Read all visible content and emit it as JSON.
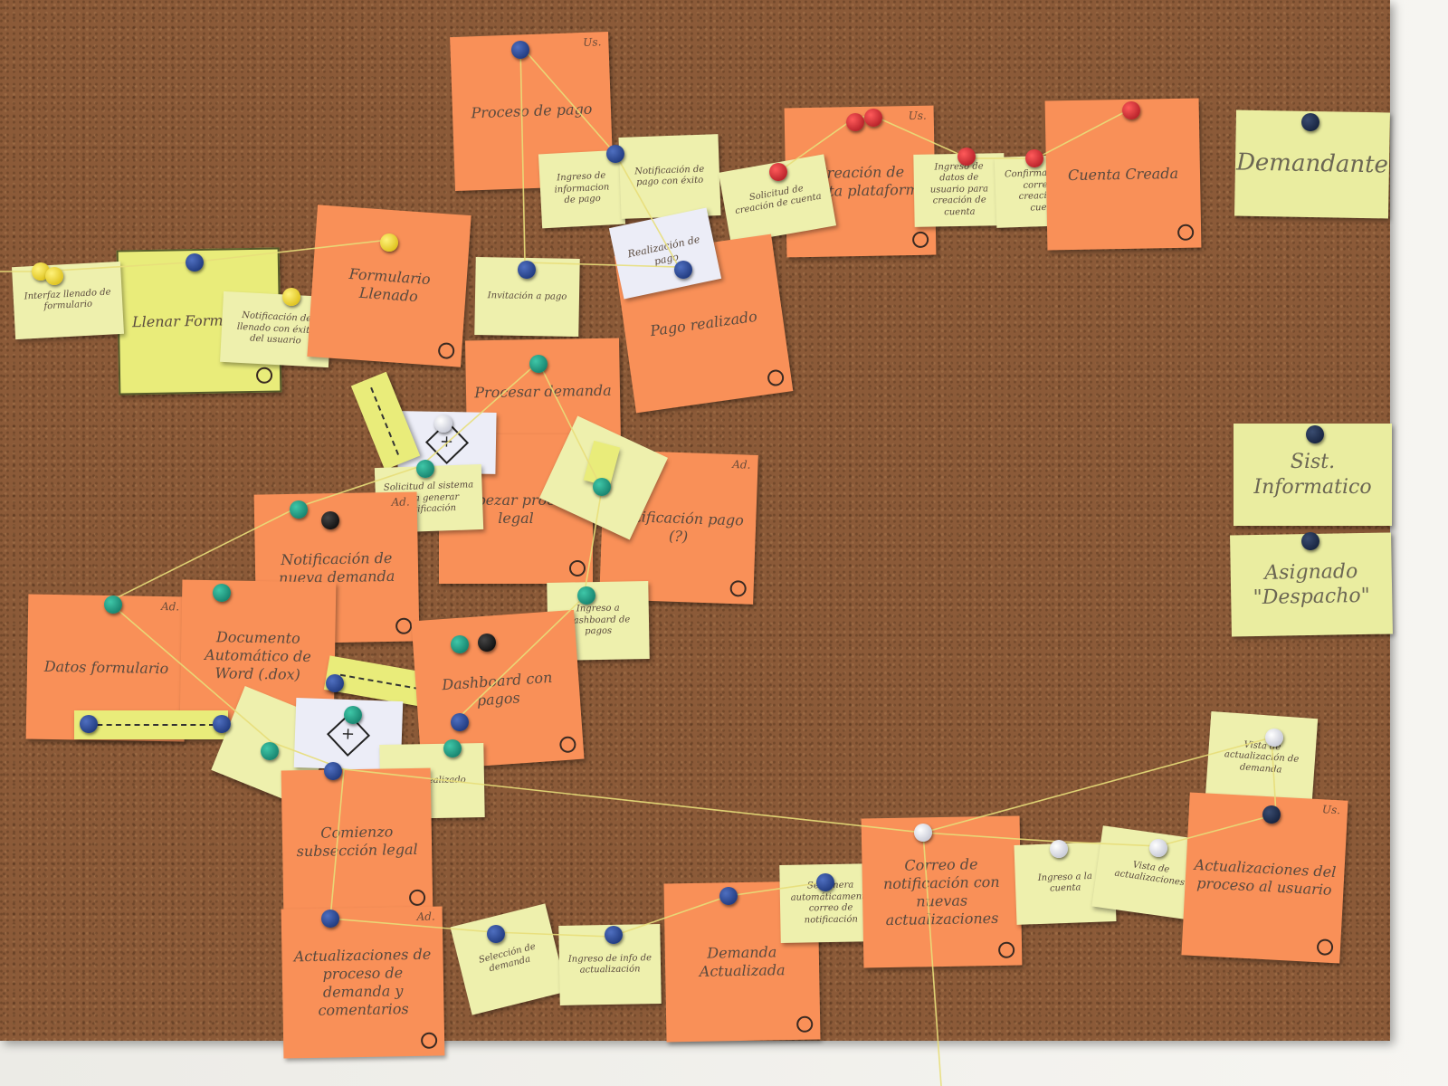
{
  "lanes": {
    "demandante": "Demandante",
    "sistema": "Sist. Informatico",
    "despacho": "Asignado \"Despacho\""
  },
  "notes": {
    "proceso_pago": "Proceso de pago",
    "ingreso_info_pago": "Ingreso de informacion de pago",
    "notificacion_pago": "Notificación de pago con éxito",
    "creacion_cuenta": "Creación de cuenta plataforma",
    "solicitud_creacion": "Solicitud de creación de cuenta",
    "ingreso_datos": "Ingreso de datos de usuario para creación de cuenta",
    "confirmacion": "Confirmación por correo de creación de cuenta",
    "cuenta_creada": "Cuenta Creada",
    "interfaz": "Interfaz llenado de formulario",
    "llenar_formulario": "Llenar Formulario",
    "notificacion_llenado": "Notificación de llenado con éxito del usuario",
    "formulario_llenado": "Formulario Llenado",
    "invitacion_pago": "Invitación a pago",
    "realizacion_pago": "Realización de pago",
    "pago_realizado": "Pago realizado",
    "procesar_demanda": "Procesar demanda",
    "empezar_proceso": "Empezar proceso legal",
    "notificacion_pago_q": "Notificación pago (?)",
    "solicitud_sistema": "Solicitud al sistema para generar notificación",
    "notificacion_nueva": "Notificación de nueva demanda",
    "datos_formulario": "Datos formulario",
    "documento_word": "Documento Automático de Word (.dox)",
    "ingreso_dashboard": "Ingreso a Dashboard de pagos",
    "dashboard_pagos": "Dashboard con pagos",
    "pago_realizado_small": "Pago realizado",
    "comienzo_legal": "Comienzo subsección legal",
    "actualizaciones": "Actualizaciones de proceso de demanda y comentarios",
    "seleccion_demanda": "Selección de demanda",
    "ingreso_info_act": "Ingreso de info de actualización",
    "demanda_actualizada": "Demanda Actualizada",
    "genera_correo": "Se genera automáticamente correo de notificación",
    "correo_notificacion": "Correo de notificación con nuevas actualizaciones",
    "ingreso_cuenta": "Ingreso a la cuenta",
    "vista_actualizaciones": "Vista de actualizaciones",
    "vista_demanda": "Vista de actualización de demanda",
    "actualizaciones_usuario": "Actualizaciones del proceso al usuario"
  },
  "corner_tags": {
    "us": "Us.",
    "ad": "Ad."
  },
  "gateway_symbol": "+",
  "colors": {
    "cork": "#8b5a38",
    "orange_note": "#f99058",
    "pale_note": "#eef0ad",
    "yellow_note": "#e9ec7a",
    "string": "#e8de7a"
  },
  "pin_icon": "push-pin-icon"
}
